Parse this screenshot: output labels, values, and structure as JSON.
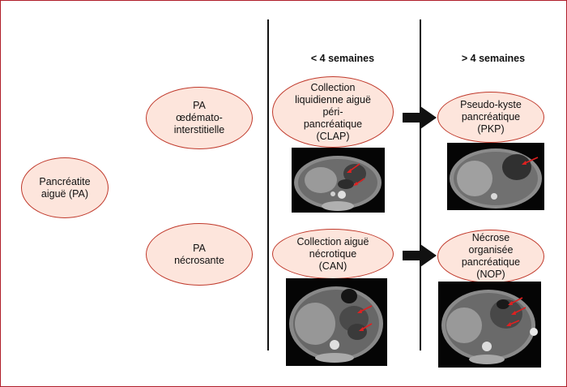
{
  "columns": {
    "lt4": "< 4 semaines",
    "gt4": "> 4 semaines"
  },
  "nodes": {
    "pa": "Pancréatite\naiguë (PA)",
    "pa_oedemateuse": "PA\nœdémato-\ninterstitielle",
    "pa_necrosante": "PA\nnécrosante",
    "clap": "Collection\nliquidienne aiguë\npéri-\npancréatique\n(CLAP)",
    "can": "Collection aiguë\nnécrotique\n(CAN)",
    "pkp": "Pseudo-kyste\npancréatique\n(PKP)",
    "nop": "Nécrose\norganisée\npancréatique\n(NOP)"
  },
  "colors": {
    "frame": "#b01e2a",
    "oval_border": "#c0392b",
    "oval_fill": "#fde5dc",
    "arrow": "#111111",
    "annotation_arrow": "#e02020"
  }
}
